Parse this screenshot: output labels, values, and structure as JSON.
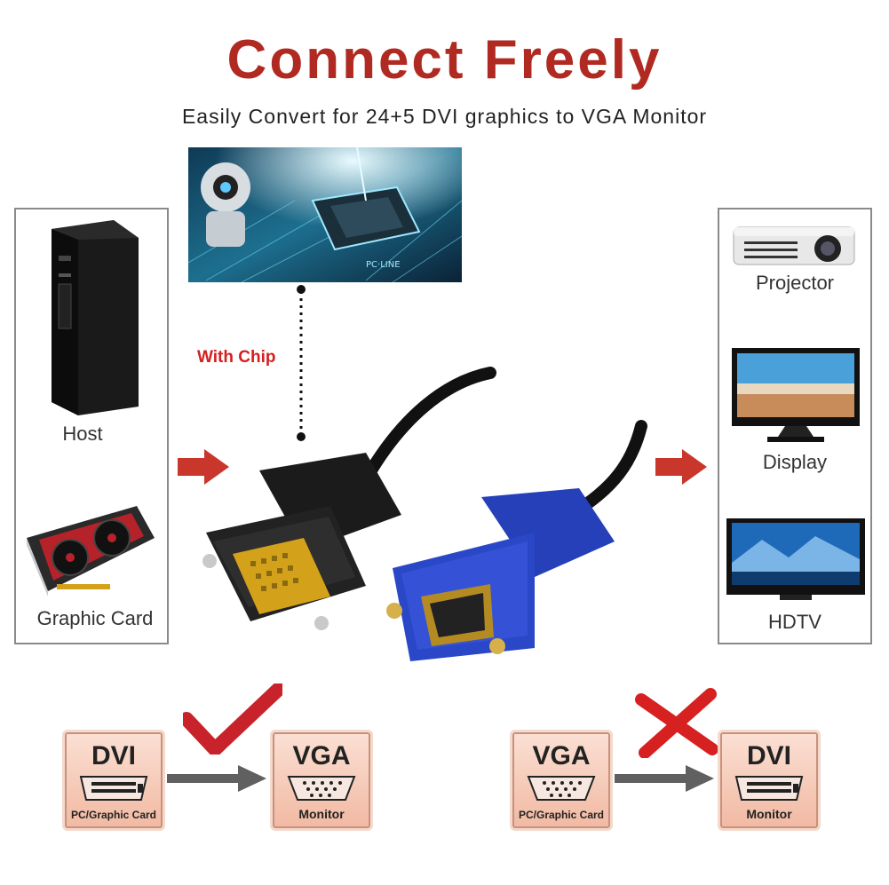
{
  "title": "Connect Freely",
  "subtitle": "Easily Convert for 24+5 DVI graphics to VGA Monitor",
  "chip_label": "With Chip",
  "sources": {
    "host_label": "Host",
    "graphic_card_label": "Graphic Card"
  },
  "outputs": {
    "projector_label": "Projector",
    "display_label": "Display",
    "hdtv_label": "HDTV"
  },
  "supported": {
    "from_title": "DVI",
    "from_sub": "PC/Graphic Card",
    "to_title": "VGA",
    "to_sub": "Monitor"
  },
  "unsupported": {
    "from_title": "VGA",
    "from_sub": "PC/Graphic Card",
    "to_title": "DVI",
    "to_sub": "Monitor"
  },
  "colors": {
    "title_red": "#b02a22",
    "arrow_red": "#c9362c",
    "badge_fill": "#f1b9a2",
    "check_red": "#c8222a",
    "vga_blue": "#2540b8",
    "dvi_gold": "#d4a21a"
  }
}
